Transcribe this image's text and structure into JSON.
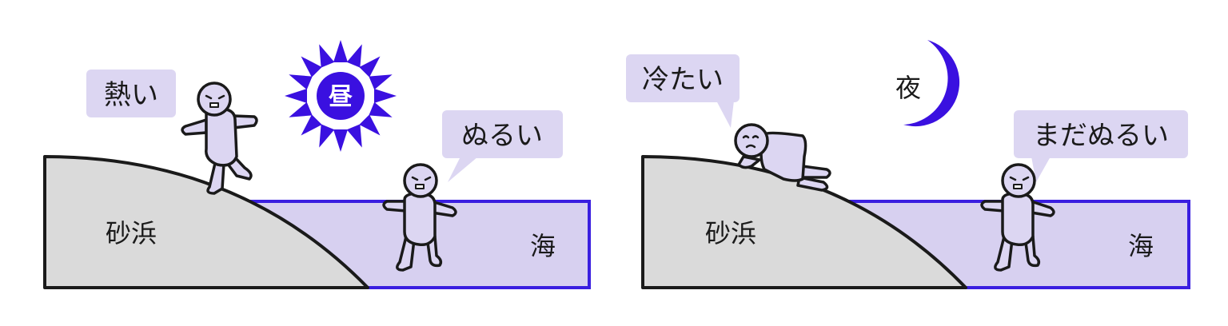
{
  "colors": {
    "sand": "#dadada",
    "sea": "#d7d0f0",
    "sea_border": "#3a1ee0",
    "outline": "#1a1a1a",
    "figure": "#dcd6f2",
    "bubble": "#dcd6f2",
    "sun": "#3a10e0",
    "moon": "#3a10e0"
  },
  "day": {
    "sun_label": "昼",
    "beach_label": "砂浜",
    "sea_label": "海",
    "bubble_beach": "熱い",
    "bubble_sea": "ぬるい"
  },
  "night": {
    "moon_label": "夜",
    "beach_label": "砂浜",
    "sea_label": "海",
    "bubble_beach": "冷たい",
    "bubble_sea": "まだぬるい"
  },
  "icons": [
    "sun-icon",
    "moon-icon",
    "person-icon"
  ]
}
